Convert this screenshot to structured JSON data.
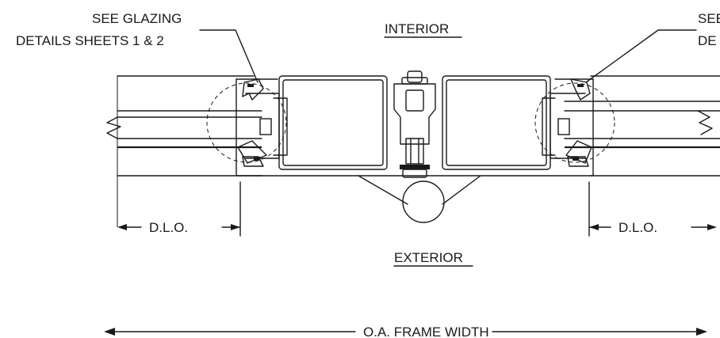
{
  "labels": {
    "note_left_line1": "SEE GLAZING",
    "note_left_line2": "DETAILS SHEETS 1 & 2",
    "note_right_line1": "SEE",
    "note_right_line2": "DE",
    "interior": "INTERIOR",
    "exterior": "EXTERIOR",
    "dlo_left": "D.L.O.",
    "dlo_right": "D.L.O.",
    "frame_width": "O.A. FRAME WIDTH"
  },
  "colors": {
    "line": "#1a1a1a",
    "background": "#ffffff"
  }
}
